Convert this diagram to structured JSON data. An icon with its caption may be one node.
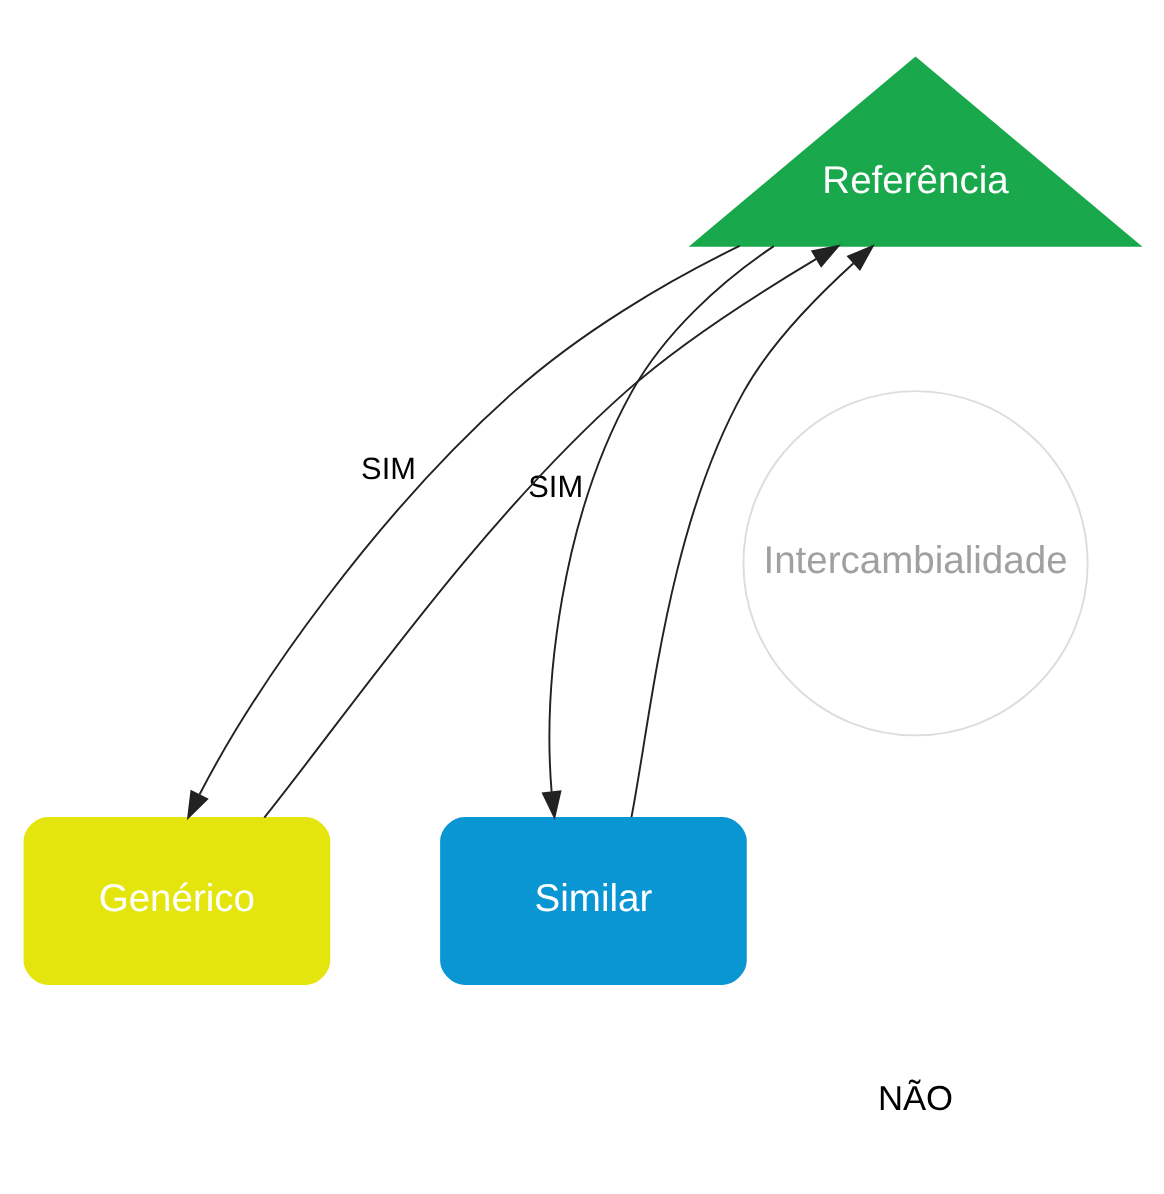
{
  "diagram": {
    "nodes": [
      {
        "text": [
          "Referência"
        ]
      },
      {
        "text": [
          "Genérico"
        ]
      },
      {
        "text": [
          "Similar"
        ]
      },
      {
        "text": [
          "Intercambialidade"
        ]
      }
    ],
    "edges": [
      {
        "from": 0,
        "to": 1,
        "arrow": "to",
        "label": "SIM"
      },
      {
        "from": 1,
        "to": 0,
        "arrow": "to"
      },
      {
        "from": 2,
        "to": 0,
        "arrow": "to"
      },
      {
        "from": 0,
        "to": 2,
        "arrow": "to",
        "label": "SIM"
      }
    ],
    "labels": [
      "NÃO"
    ]
  }
}
